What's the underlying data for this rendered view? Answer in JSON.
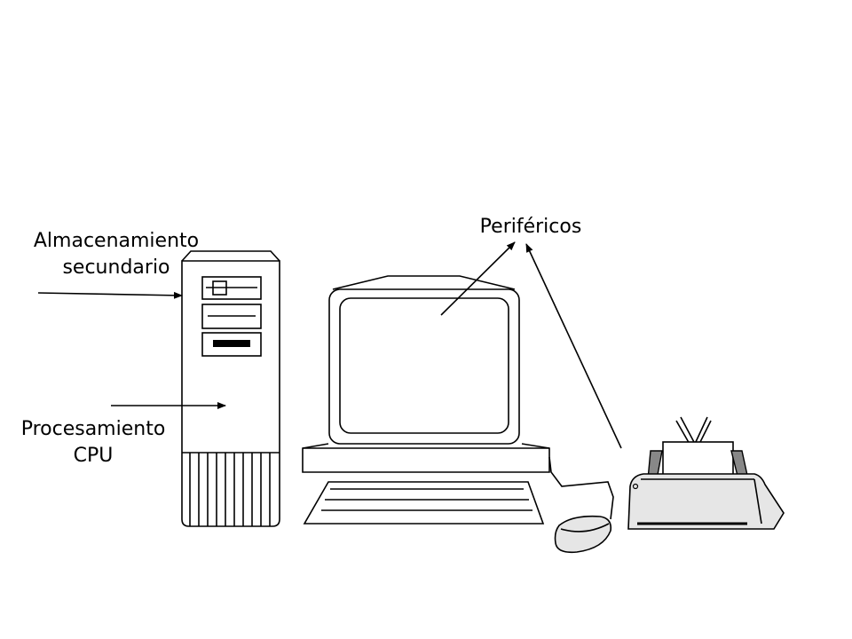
{
  "labels": {
    "storage_line1": "Almacenamiento",
    "storage_line2": "secundario",
    "processing_line1": "Procesamiento",
    "processing_line2": "CPU",
    "peripherals": "Periféricos"
  },
  "icons": [
    "tower-computer-icon",
    "crt-monitor-icon",
    "keyboard-icon",
    "mouse-icon",
    "printer-icon"
  ],
  "colors": {
    "line": "#000000",
    "background": "#ffffff",
    "printer_fill": "#e6e6e6",
    "mouse_fill": "#e6e6e6"
  }
}
